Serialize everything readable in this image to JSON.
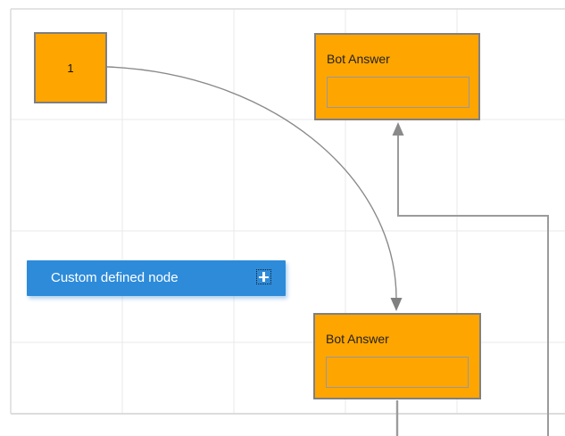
{
  "diagram": {
    "nodes": {
      "start_square": {
        "label": "1"
      },
      "bot_answer_top": {
        "title": "Bot Answer"
      },
      "bot_answer_bottom": {
        "title": "Bot Answer"
      },
      "custom_node": {
        "label": "Custom defined node",
        "icon": "plus-icon"
      }
    },
    "connectors": [
      {
        "from": "start-square",
        "to": "bot-answer-bottom",
        "type": "curve",
        "arrow": "down"
      },
      {
        "from": "bot-answer-bottom",
        "to": "bot-answer-top",
        "type": "orthogonal",
        "arrow": "up"
      }
    ],
    "colors": {
      "node_fill_orange": "#FFA500",
      "node_border_gray": "#808080",
      "custom_node_blue": "#2D8BDA",
      "connector_gray": "#8A8A8A",
      "elbow_gray": "#9B9B9B",
      "grid_line": "#EAEAEA",
      "canvas_border": "#DCDCDC",
      "title_text": "#222222",
      "custom_node_text": "#FFFFFF"
    }
  }
}
